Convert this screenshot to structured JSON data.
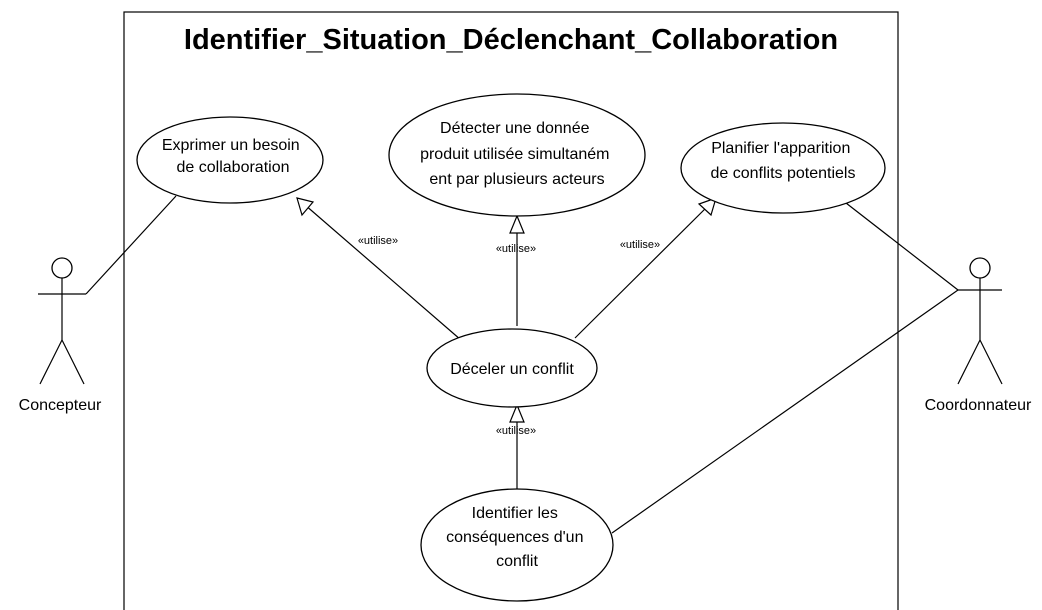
{
  "system": {
    "title": "Identifier_Situation_Déclenchant_Collaboration"
  },
  "actors": {
    "concepteur": "Concepteur",
    "coordonnateur": "Coordonnateur"
  },
  "use_cases": {
    "exprimer": [
      "Exprimer un besoin",
      "de collaboration"
    ],
    "detecter": [
      "Détecter une donnée",
      "produit utilisée simultaném",
      "ent par plusieurs acteurs"
    ],
    "planifier": [
      "Planifier l'apparition",
      "de conflits potentiels"
    ],
    "deceler": [
      "Déceler un conflit"
    ],
    "identifier": [
      "Identifier les",
      "conséquences d'un",
      "conflit"
    ]
  },
  "relations": {
    "utilise_1": "«utilise»",
    "utilise_2": "«utilise»",
    "utilise_3": "«utilise»",
    "utilise_4": "«utilise»"
  }
}
